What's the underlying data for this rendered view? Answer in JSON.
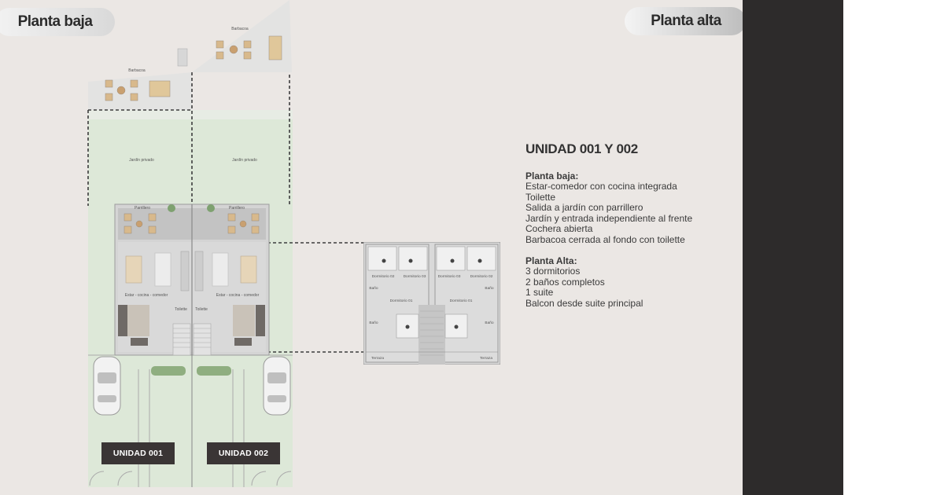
{
  "headers": {
    "left": "Planta baja",
    "right": "Planta alta"
  },
  "site_labels": {
    "barbacoa_left": "Barbacoa",
    "barbacoa_right": "Barbacoa",
    "jardin_left": "Jardín privado",
    "jardin_right": "Jardín privado",
    "parrillero_left": "Parrillero",
    "parrillero_right": "Parrillero",
    "estar_left": "Estar - cocina - comedor",
    "estar_right": "Estar - cocina - comedor",
    "toilette_left": "Toilette",
    "toilette_right": "Toilette"
  },
  "upper_labels": {
    "dorm02_left": "Dormitorio 02",
    "dorm03_left": "Dormitorio 03",
    "dorm03_right": "Dormitorio 03",
    "dorm02_right": "Dormitorio 02",
    "dorm01_left": "Dormitorio 01",
    "dorm01_right": "Dormitorio 01",
    "bano_1": "Baño",
    "bano_2": "Baño",
    "bano_3": "Baño",
    "bano_4": "Baño",
    "terraza_left": "Terraza",
    "terraza_right": "Terraza"
  },
  "units": {
    "u1": "UNIDAD 001",
    "u2": "UNIDAD 002"
  },
  "description": {
    "title": "UNIDAD 001 Y 002",
    "sections": [
      {
        "heading": "Planta baja:",
        "items": [
          "Estar-comedor con cocina integrada",
          "Toilette",
          "Salida a jardín con parrillero",
          "Jardín y entrada independiente al frente",
          "Cochera abierta",
          "Barbacoa cerrada al fondo con toilette"
        ]
      },
      {
        "heading": "Planta Alta:",
        "items": [
          "3 dormitorios",
          "2 baños completos",
          "1 suite",
          "Balcon desde suite principal"
        ]
      }
    ]
  },
  "colors": {
    "background": "#ebe7e4",
    "garden": "#dde8d8",
    "floor": "#d9d9d9",
    "dark_panel": "#2d2b2b",
    "unit_label_bg": "#3a3535"
  }
}
